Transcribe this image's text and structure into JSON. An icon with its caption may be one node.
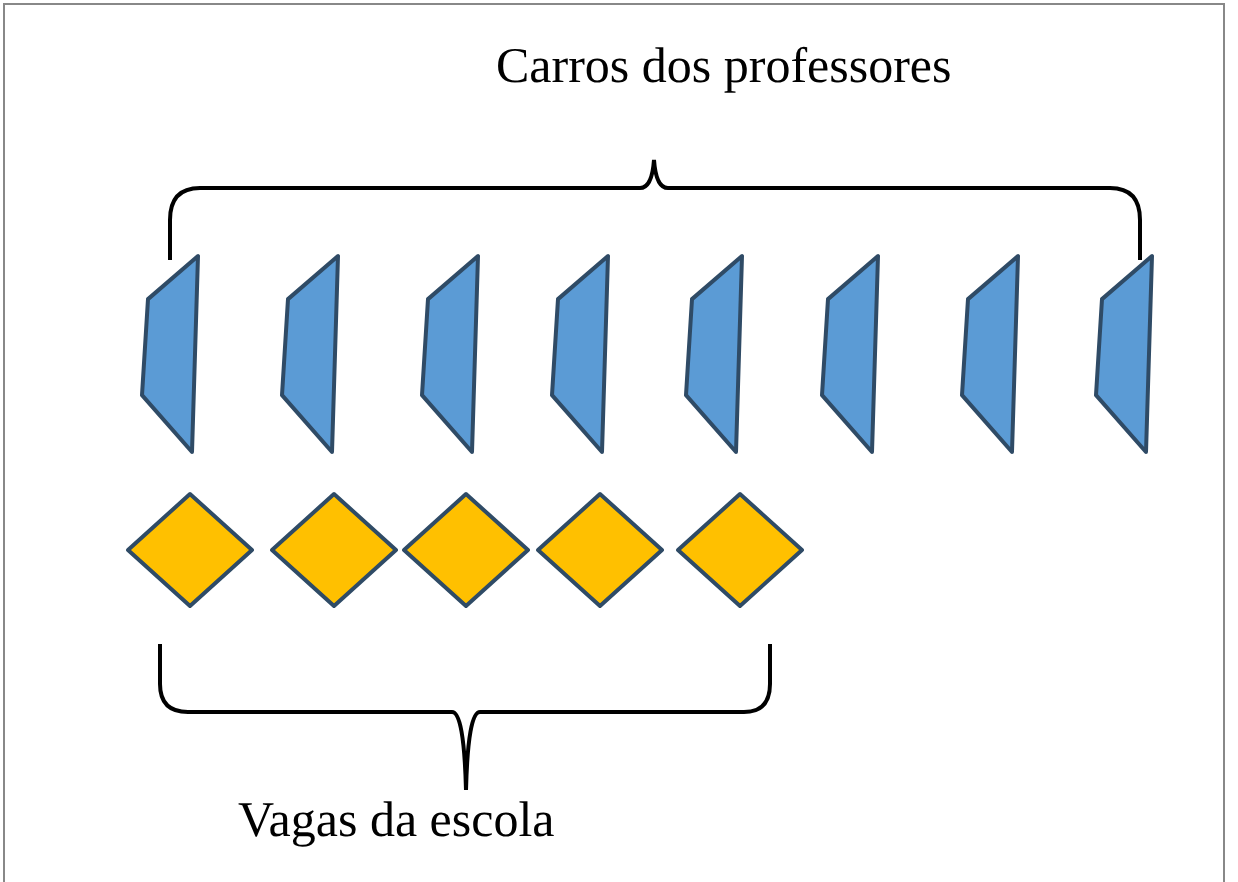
{
  "diagram": {
    "nodes": [
      {
        "text": [],
        "shape": "trapezoid"
      },
      {
        "text": [],
        "shape": "trapezoid"
      },
      {
        "text": [],
        "shape": "trapezoid"
      },
      {
        "text": [],
        "shape": "trapezoid"
      },
      {
        "text": [],
        "shape": "trapezoid"
      },
      {
        "text": [],
        "shape": "trapezoid"
      },
      {
        "text": [],
        "shape": "trapezoid"
      },
      {
        "text": [],
        "shape": "trapezoid"
      },
      {
        "text": [],
        "shape": "diamond"
      },
      {
        "text": [],
        "shape": "diamond"
      },
      {
        "text": [],
        "shape": "diamond"
      },
      {
        "text": [],
        "shape": "diamond"
      },
      {
        "text": [],
        "shape": "diamond"
      }
    ],
    "edges": [],
    "labels": [
      "Carros dos professores",
      "Vagas da escola"
    ]
  }
}
